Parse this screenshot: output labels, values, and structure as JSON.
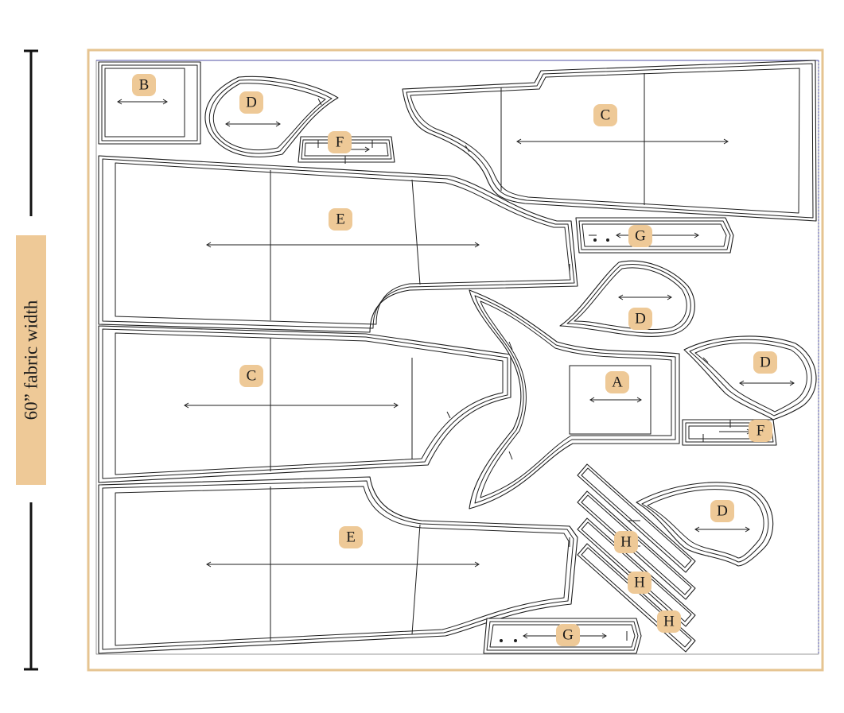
{
  "dimension": {
    "label": "60” fabric width"
  },
  "pieces": [
    {
      "id": "b1",
      "label": "B"
    },
    {
      "id": "d1",
      "label": "D"
    },
    {
      "id": "f1",
      "label": "F"
    },
    {
      "id": "c1",
      "label": "C"
    },
    {
      "id": "e1",
      "label": "E"
    },
    {
      "id": "g1",
      "label": "G"
    },
    {
      "id": "d2",
      "label": "D"
    },
    {
      "id": "c2",
      "label": "C"
    },
    {
      "id": "a1",
      "label": "A"
    },
    {
      "id": "d3",
      "label": "D"
    },
    {
      "id": "f2",
      "label": "F"
    },
    {
      "id": "e2",
      "label": "E"
    },
    {
      "id": "d4",
      "label": "D"
    },
    {
      "id": "h1",
      "label": "H"
    },
    {
      "id": "h2",
      "label": "H"
    },
    {
      "id": "h3",
      "label": "H"
    },
    {
      "id": "g2",
      "label": "G"
    }
  ],
  "colors": {
    "label_fill": "#eec997",
    "frame": "#e6c491",
    "fabric_edge": "#3a3aa8"
  }
}
